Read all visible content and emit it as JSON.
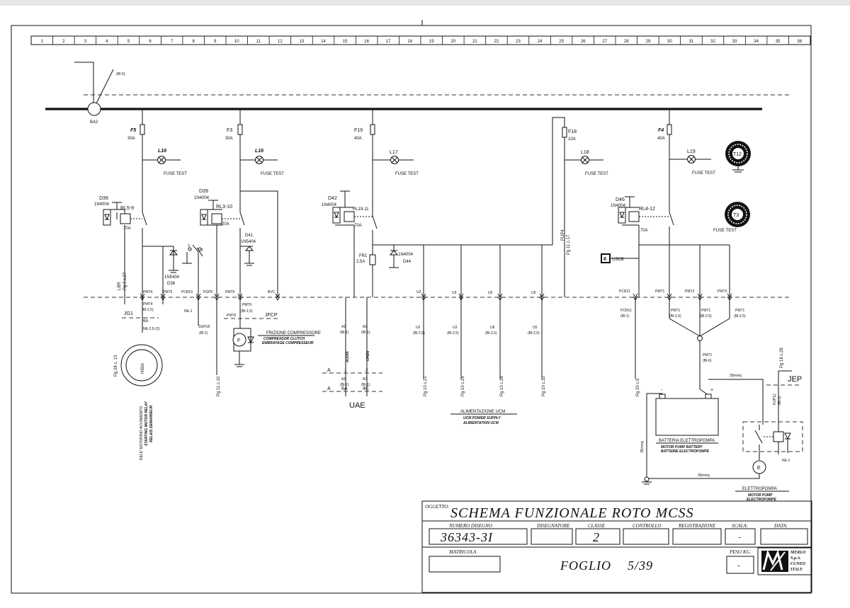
{
  "grid": {
    "columns": [
      "1",
      "2",
      "3",
      "4",
      "5",
      "6",
      "7",
      "8",
      "9",
      "10",
      "11",
      "12",
      "13",
      "14",
      "15",
      "16",
      "17",
      "18",
      "19",
      "20",
      "21",
      "22",
      "23",
      "24",
      "25",
      "26",
      "27",
      "28",
      "29",
      "30",
      "31",
      "32",
      "33",
      "34",
      "35",
      "36"
    ]
  },
  "supply": {
    "ba2": "BA2",
    "bi6": "(BI-6)"
  },
  "fuses": [
    {
      "name": "F5",
      "rating": "30A",
      "lamp": "L16",
      "lamp_label": "FUSE TEST"
    },
    {
      "name": "F3",
      "rating": "30A",
      "lamp": "L16",
      "lamp_label": "FUSE TEST"
    },
    {
      "name": "F19",
      "rating": "40A",
      "lamp": "L17",
      "lamp_label": "FUSE TEST"
    },
    {
      "name": "F18",
      "rating": "10A",
      "lamp": "L18",
      "lamp_label": "FUSE TEST"
    },
    {
      "name": "F4",
      "rating": "40A",
      "lamp": "L19",
      "lamp_label": "FUSE TEST"
    }
  ],
  "sensors": {
    "t12": "T12",
    "t3": "T3",
    "t3_label": "FUSE TEST"
  },
  "relays": {
    "rl5": {
      "diode": "D36",
      "diode_type": "1N4004",
      "name": "RL5-9",
      "rating": "70A"
    },
    "rl3": {
      "diode": "D39",
      "diode_type": "1N4004",
      "name": "RL3-10",
      "rating": "20A"
    },
    "rl19": {
      "diode": "D42",
      "diode_type": "1N4004",
      "name": "RL19-11",
      "rating": "70A"
    },
    "rl4": {
      "diode": "D46",
      "diode_type": "1N4004",
      "name": "RL4-12",
      "rating": "70A"
    }
  },
  "components": {
    "d38": "D38",
    "d38_type": "1N5404",
    "d41": "D41",
    "d41_type": "1N5404",
    "d44": "D44",
    "d44_type": "1N4004",
    "fr1": "FR1",
    "fr1_rating": "2,5A",
    "pup4": "PUP4",
    "pup4_ref": "Pg 11 c.17",
    "lbr": "LBR",
    "lbr_ref": "Pg 9 c.27",
    "uscb_num": "6",
    "uscb": "USCB"
  },
  "connectors": {
    "pmt4": "PMT4",
    "pmt5": "PMT5",
    "pcb10": "PCB10",
    "pgp5": "PGP5",
    "pmt6": "PMT6",
    "bvc": "BVC",
    "u2": "U2",
    "u3": "U3",
    "u6": "U6",
    "u5": "U5",
    "pcr11": "PCR11",
    "pmt1": "PMT1",
    "pmt2": "PMT2",
    "pmt3": "PMT3",
    "jg1": "JG1",
    "jfcp": "JFCP",
    "jep": "JEP",
    "bi25": "(BI-2,5)",
    "bi15": "(BI-1,5)",
    "bi1": "(BI-1)",
    "ne1": "NE-1",
    "sgp18": "SGP18",
    "ne25": "NE-2,5-(3)",
    "a6": "6A",
    "a1": "A1",
    "a2": "A2",
    "pmt1_bi6": "(BI-6)",
    "row_a": "A",
    "n1": "1",
    "n2": "2",
    "c4": "4C"
  },
  "loads": {
    "motor": "H30A",
    "motor_ref": "Pg 28 c. 13",
    "starting": "RELE' MOTORINO AVVIAMENTO",
    "starting_en": "STARTING MOTOR RELAY",
    "starting_fr": "RELAIS DEMARREUR",
    "clutch": "FRIZIONE COMPRESSORE",
    "clutch_en": "COMPRESSOR CLUTCH",
    "clutch_fr": "EMBRAYAGE COMPRESSEUR",
    "clutch_f": "F",
    "uae": "UAE",
    "uae_audi": "AUDIA",
    "uae_open": "OPEN",
    "ucm": "ALIMENTAZIONE UCM",
    "ucm_en": "UCM POWER SUPPLY",
    "ucm_fr": "ALIMENTATION UCM",
    "battery": "BATTERIA ELETTROPOMPA",
    "battery_en": "MOTOR PUMP BATTERY",
    "battery_fr": "BATTERIE ELECTROPOMPE",
    "pump": "ELETTROPOMPA",
    "pump_en": "MOTOR PUMP",
    "pump_fr": "ELECTROPOMPE",
    "pump_e": "E",
    "cable35": "35mmq",
    "kup12": "KUP12",
    "neg": "-",
    "pos": "+"
  },
  "page_refs": {
    "r1": "Pg 11 c.10",
    "r2": "Pg 10 c.21",
    "r3": "Pg 10 c.25",
    "r4": "Pg 10 c.28",
    "r5": "Pg 10 c.32",
    "r6": "Pg 20 c.9",
    "r7": "Pg 18 c.28"
  },
  "title_block": {
    "oggetto_label": "OGGETTO:",
    "title": "SCHEMA FUNZIONALE ROTO MCSS",
    "numero_label": "NUMERO DISEGNO",
    "numero": "36343-3I",
    "disegnatore_label": "DISEGNATORE",
    "disegnatore": "",
    "classe_label": "CLASSE",
    "classe": "2",
    "controllo_label": "CONTROLLO",
    "registrazione_label": "REGISTRAZIONE",
    "scala_label": "SCALA:",
    "scala": "-",
    "data_label": "DATA:",
    "matricola_label": "MATRICOLA",
    "foglio_label": "FOGLIO",
    "foglio": "5/39",
    "peso_label": "PESO KG.",
    "peso": "-",
    "company": [
      "MERLO",
      "S.p.A.",
      "CUNEO",
      "ITALY"
    ]
  }
}
